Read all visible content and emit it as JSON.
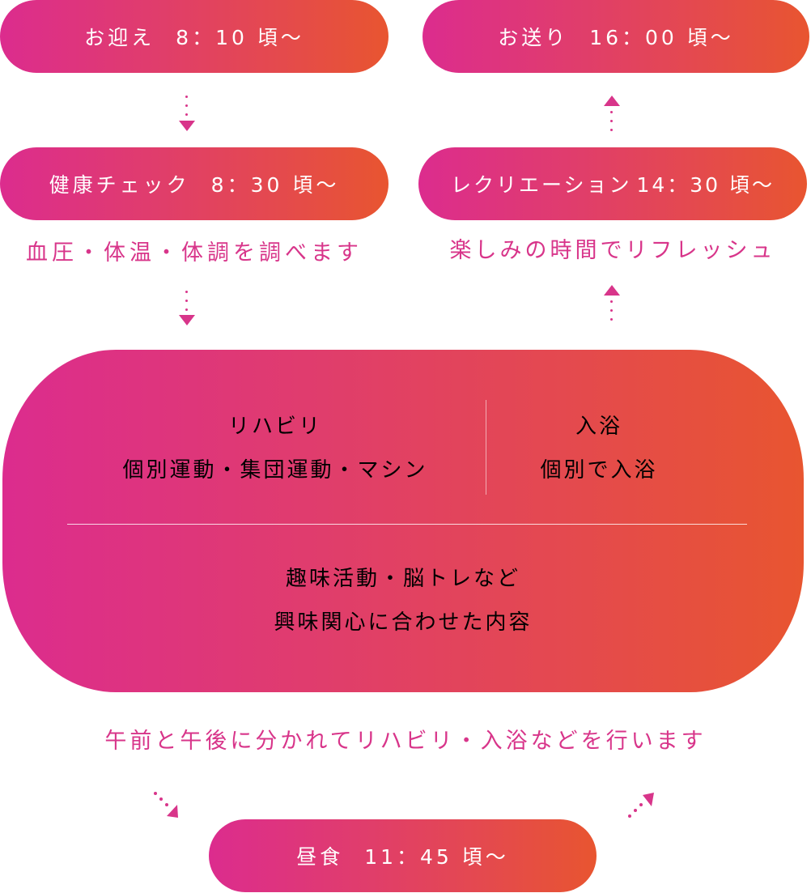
{
  "title": "デイサービス 1日の流れ",
  "colors": {
    "gradient_start": "#dc2c8e",
    "gradient_end": "#e85530",
    "accent_text": "#d8358a",
    "pill_text": "#ffffff"
  },
  "steps": {
    "pickup": {
      "label": "お迎え",
      "time": "8：10 頃～"
    },
    "health_check": {
      "label": "健康チェック",
      "time": "8：30 頃～",
      "note": "血圧・体温・体調を調べます"
    },
    "activities": {
      "rehab": {
        "title": "リハビリ",
        "detail": "個別運動・集団運動・マシン"
      },
      "bath": {
        "title": "入浴",
        "detail": "個別で入浴"
      },
      "hobby": {
        "line1": "趣味活動・脳トレなど",
        "line2": "興味関心に合わせた内容"
      },
      "note": "午前と午後に分かれてリハビリ・入浴などを行います"
    },
    "lunch": {
      "label": "昼食",
      "time": "11：45 頃～"
    },
    "recreation": {
      "label": "レクリエーション",
      "time": "14：30 頃～",
      "note": "楽しみの時間でリフレッシュ"
    },
    "dropoff": {
      "label": "お送り",
      "time": "16：00 頃～"
    }
  },
  "icons": {
    "flow_arrow_down": "dotted-arrow-down",
    "flow_arrow_up": "dotted-arrow-up",
    "flow_arrow_diag_down": "dotted-arrow-down-right",
    "flow_arrow_diag_up": "dotted-arrow-up-right"
  }
}
